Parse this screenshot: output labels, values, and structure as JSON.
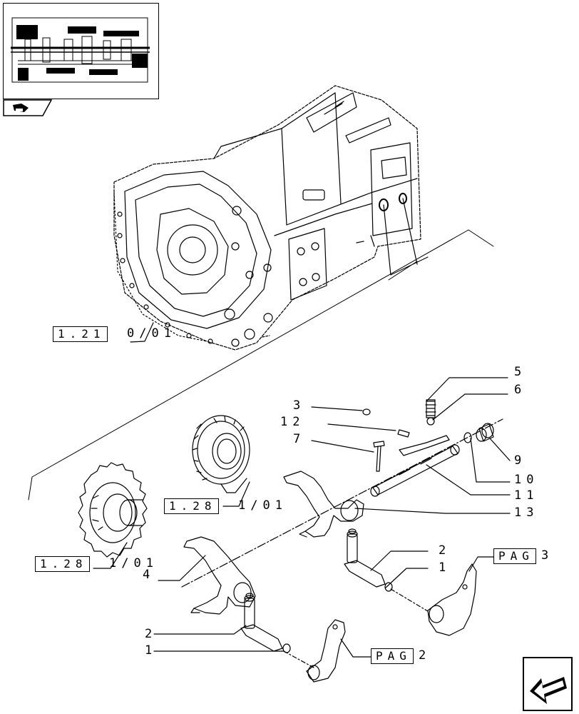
{
  "callouts": {
    "c5": "5",
    "c6": "6",
    "c3": "3",
    "c12": "12",
    "c7": "7",
    "c9": "9",
    "c10": "10",
    "c11": "11",
    "c13": "13",
    "c2a": "2",
    "c1a": "1",
    "c4": "4",
    "c2b": "2",
    "c1b": "1"
  },
  "refs": {
    "r1_box": "1.21",
    "r1_tail": "0/01",
    "r2_box": "1.28",
    "r2_tail": "1/01",
    "r3_box": "1.28",
    "r3_tail": "1/01",
    "pag3_box": "PAG",
    "pag3_tail": "3",
    "pag2_box": "PAG",
    "pag2_tail": "2"
  },
  "icons": {
    "thumbnail": "transmission-section-thumbnail",
    "tab": "page-tab-icon",
    "nav": "next-page-arrow-icon"
  }
}
